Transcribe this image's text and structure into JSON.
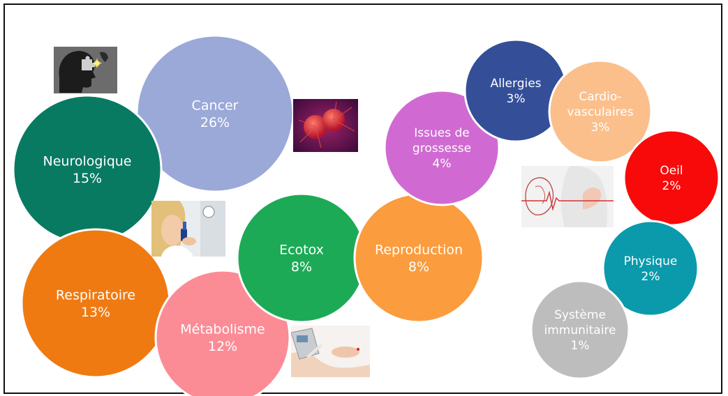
{
  "chart_data": {
    "type": "bubble",
    "title": "",
    "categories": [
      "Cancer",
      "Neurologique",
      "Respiratoire",
      "Métabolisme",
      "Ecotox",
      "Reproduction",
      "Issues de grossesse",
      "Allergies",
      "Cardio-vasculaires",
      "Oeil",
      "Physique",
      "Système immunitaire"
    ],
    "values": [
      26,
      15,
      13,
      12,
      8,
      8,
      4,
      3,
      3,
      2,
      2,
      1
    ],
    "bubbles": [
      {
        "label_lines": [
          "Cancer"
        ],
        "value_text": "26%",
        "value": 26,
        "color": "#9aa9d8"
      },
      {
        "label_lines": [
          "Neurologique"
        ],
        "value_text": "15%",
        "value": 15,
        "color": "#087a62"
      },
      {
        "label_lines": [
          "Respiratoire"
        ],
        "value_text": "13%",
        "value": 13,
        "color": "#ef7a12"
      },
      {
        "label_lines": [
          "Métabolisme"
        ],
        "value_text": "12%",
        "value": 12,
        "color": "#fb8c96"
      },
      {
        "label_lines": [
          "Ecotox"
        ],
        "value_text": "8%",
        "value": 8,
        "color": "#1daa57"
      },
      {
        "label_lines": [
          "Reproduction"
        ],
        "value_text": "8%",
        "value": 8,
        "color": "#fb9c3e"
      },
      {
        "label_lines": [
          "Issues de",
          "grossesse"
        ],
        "value_text": "4%",
        "value": 4,
        "color": "#d06ad2"
      },
      {
        "label_lines": [
          "Allergies"
        ],
        "value_text": "3%",
        "value": 3,
        "color": "#344f98"
      },
      {
        "label_lines": [
          "Cardio-",
          "vasculaires"
        ],
        "value_text": "3%",
        "value": 3,
        "color": "#fbbf8c"
      },
      {
        "label_lines": [
          "Oeil"
        ],
        "value_text": "2%",
        "value": 2,
        "color": "#f90a0a"
      },
      {
        "label_lines": [
          "Physique"
        ],
        "value_text": "2%",
        "value": 2,
        "color": "#0a9aac"
      },
      {
        "label_lines": [
          "Système",
          "immunitaire"
        ],
        "value_text": "1%",
        "value": 1,
        "color": "#bdbdbd"
      }
    ]
  },
  "photos": [
    {
      "name": "brain-puzzle-photo",
      "desc_icon": "brain-icon"
    },
    {
      "name": "cancer-cells-photo",
      "desc_icon": "cell-icon"
    },
    {
      "name": "asthma-inhaler-photo",
      "desc_icon": "inhaler-icon"
    },
    {
      "name": "glucose-meter-photo",
      "desc_icon": "glucose-meter-icon"
    },
    {
      "name": "heart-ecg-photo",
      "desc_icon": "heart-icon"
    }
  ]
}
